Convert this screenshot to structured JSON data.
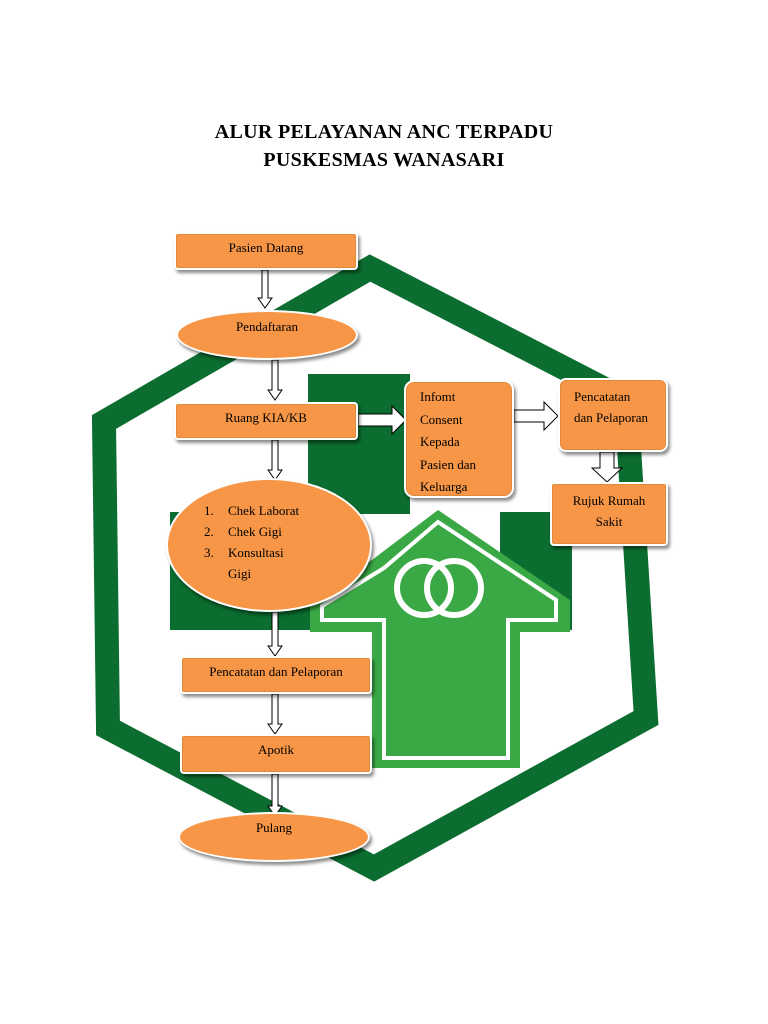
{
  "title": {
    "line1": "ALUR PELAYANAN ANC TERPADU",
    "line2": "PUSKESMAS WANASARI"
  },
  "colors": {
    "node_fill": "#f79646",
    "logo_dark_green": "#0b6d2f",
    "logo_green": "#3aa845"
  },
  "nodes": {
    "pasien_datang": "Pasien Datang",
    "pendaftaran": "Pendaftaran",
    "ruang_kia_kb": "Ruang KIA/KB",
    "checks": [
      {
        "num": "1.",
        "label": "Chek Laborat"
      },
      {
        "num": "2.",
        "label": "Chek Gigi"
      },
      {
        "num": "3.",
        "label": "Konsultasi"
      },
      {
        "num": "",
        "label": "Gigi"
      }
    ],
    "pencatatan_pelaporan": "Pencatatan dan Pelaporan",
    "apotik": "Apotik",
    "pulang": "Pulang",
    "informed_consent": [
      "Infomt",
      "Consent",
      "Kepada",
      "Pasien dan",
      "Keluarga"
    ],
    "pencatatan_right": [
      "Pencatatan",
      "dan Pelaporan"
    ],
    "rujuk": [
      "Rujuk Rumah",
      "Sakit"
    ]
  }
}
